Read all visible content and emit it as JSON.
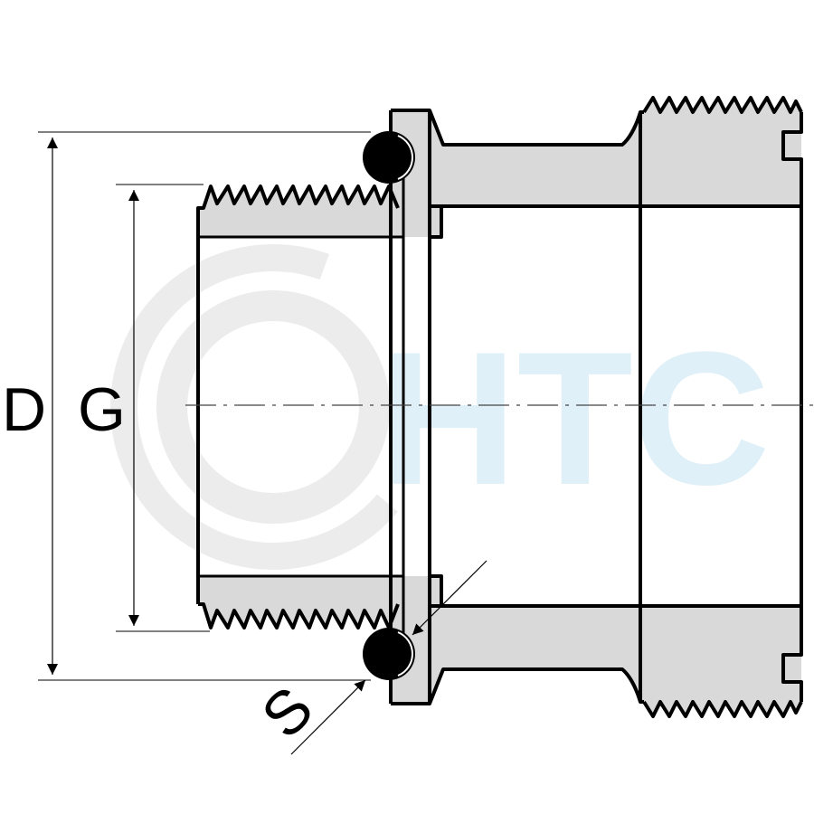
{
  "dimensions": {
    "outer_diameter_label": "D",
    "thread_label": "G",
    "seal_label": "S"
  },
  "watermark": {
    "text": "HTC",
    "color": "#dff0f8",
    "ring_color": "#ececec"
  },
  "colors": {
    "section_fill": "#d9d9d9",
    "outline": "#000000",
    "background": "#ffffff"
  }
}
